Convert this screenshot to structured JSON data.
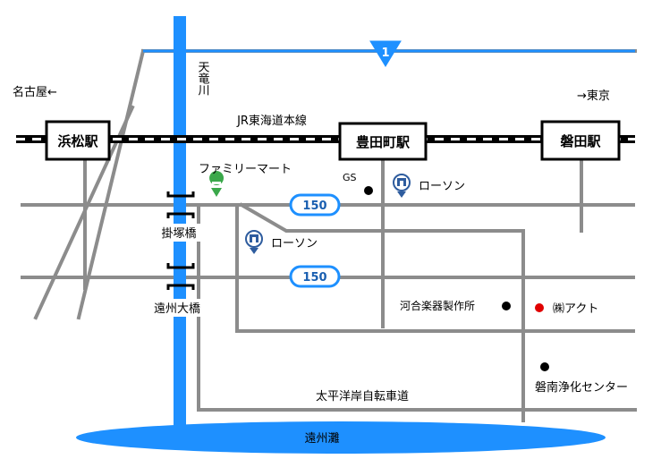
{
  "colors": {
    "river": "#1e90ff",
    "sea": "#1e90ff",
    "road": "#8c8c8c",
    "highway_route": "#1e90ff",
    "route_badge_border": "#1e90ff",
    "rail": "#000000",
    "act_marker": "#e00000",
    "lawson_icon": "#2e5c9e",
    "familymart_icon": "#3aa84a"
  },
  "directions": {
    "west": "名古屋←",
    "east": "→東京"
  },
  "highway": {
    "number": "1"
  },
  "railway": {
    "name": "JR東海道本線"
  },
  "stations": {
    "hamamatsu": "浜松駅",
    "toyodacho": "豊田町駅",
    "iwata": "磐田駅"
  },
  "river": {
    "name": "天竜川"
  },
  "bridges": {
    "kakezuka": "掛塚橋",
    "enshu_ohashi": "遠州大橋"
  },
  "routes": [
    "150",
    "150"
  ],
  "pois": {
    "familymart": "ファミリーマート",
    "gs": "GS",
    "lawson_1": "ローソン",
    "lawson_2": "ローソン",
    "kawai": "河合楽器製作所",
    "act": "㈱アクト",
    "iwata_jouka": "磐南浄化センター"
  },
  "cycling_road": "太平洋岸自転車道",
  "sea": {
    "name": "遠州灘"
  }
}
